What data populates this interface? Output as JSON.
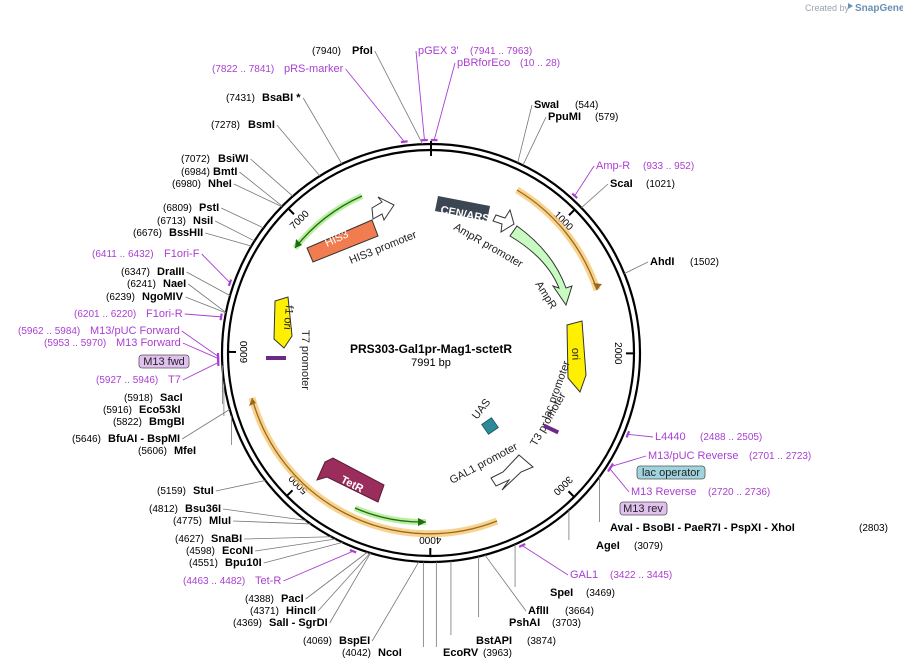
{
  "credit": {
    "prefix": "Created by",
    "brand": "SnapGene"
  },
  "map": {
    "name": "PRS303-Gal1pr-Mag1-sctetR",
    "length": "7991 bp",
    "bp": 7991
  },
  "ticks": [
    {
      "label": "1000",
      "pos": 1000
    },
    {
      "label": "2000",
      "pos": 2000
    },
    {
      "label": "3000",
      "pos": 3000
    },
    {
      "label": "4000",
      "pos": 4000
    },
    {
      "label": "5000",
      "pos": 5000
    },
    {
      "label": "6000",
      "pos": 6000
    },
    {
      "label": "7000",
      "pos": 7000
    }
  ],
  "cut_sites": [
    {
      "name": "PfoI",
      "pos_text": "(7940)",
      "pos": 7940
    },
    {
      "name": "BsaBI *",
      "pos_text": "(7431)",
      "pos": 7431
    },
    {
      "name": "BsmI",
      "pos_text": "(7278)",
      "pos": 7278
    },
    {
      "name": "BsiWI",
      "pos_text": "(7072)",
      "pos": 7072
    },
    {
      "name": "BmtI",
      "pos_text": "(6984)",
      "pos": 6984
    },
    {
      "name": "NheI",
      "pos_text": "(6980)",
      "pos": 6980
    },
    {
      "name": "PstI",
      "pos_text": "(6809)",
      "pos": 6809
    },
    {
      "name": "NsiI",
      "pos_text": "(6713)",
      "pos": 6713
    },
    {
      "name": "BssHII",
      "pos_text": "(6676)",
      "pos": 6676
    },
    {
      "name": "DraIII",
      "pos_text": "(6347)",
      "pos": 6347
    },
    {
      "name": "NaeI",
      "pos_text": "(6241)",
      "pos": 6241
    },
    {
      "name": "NgoMIV",
      "pos_text": "(6239)",
      "pos": 6239
    },
    {
      "name": "SacI",
      "pos_text": "(5918)",
      "pos": 5918
    },
    {
      "name": "Eco53kI",
      "pos_text": "(5916)",
      "pos": 5916
    },
    {
      "name": "BmgBI",
      "pos_text": "(5822)",
      "pos": 5822
    },
    {
      "name": "BfuAI  - BspMI",
      "pos_text": "(5646)",
      "pos": 5646
    },
    {
      "name": "MfeI",
      "pos_text": "(5606)",
      "pos": 5606
    },
    {
      "name": "StuI",
      "pos_text": "(5159)",
      "pos": 5159
    },
    {
      "name": "Bsu36I",
      "pos_text": "(4812)",
      "pos": 4812
    },
    {
      "name": "MluI",
      "pos_text": "(4775)",
      "pos": 4775
    },
    {
      "name": "SnaBI",
      "pos_text": "(4627)",
      "pos": 4627
    },
    {
      "name": "EcoNI",
      "pos_text": "(4598)",
      "pos": 4598
    },
    {
      "name": "Bpu10I",
      "pos_text": "(4551)",
      "pos": 4551
    },
    {
      "name": "PacI",
      "pos_text": "(4388)",
      "pos": 4388
    },
    {
      "name": "HincII",
      "pos_text": "(4371)",
      "pos": 4371
    },
    {
      "name": "SalI  - SgrDI",
      "pos_text": "(4369)",
      "pos": 4369
    },
    {
      "name": "BspEI",
      "pos_text": "(4069)",
      "pos": 4069
    },
    {
      "name": "NcoI",
      "pos_text": "(4042)",
      "pos": 4042
    },
    {
      "name": "EcoRV",
      "pos_text": "(3963)",
      "pos": 3963
    },
    {
      "name": "BstAPI",
      "pos_text": "(3874)",
      "pos": 3874
    },
    {
      "name": "PshAI",
      "pos_text": "(3703)",
      "pos": 3703
    },
    {
      "name": "AflII",
      "pos_text": "(3664)",
      "pos": 3664
    },
    {
      "name": "SpeI",
      "pos_text": "(3469)",
      "pos": 3469
    },
    {
      "name": "AgeI",
      "pos_text": "(3079)",
      "pos": 3079
    },
    {
      "name": "AvaI  - BsoBI  - PaeR7I  - PspXI  - XhoI",
      "pos_text": "(2803)",
      "pos": 2803
    },
    {
      "name": "AhdI",
      "pos_text": "(1502)",
      "pos": 1502
    },
    {
      "name": "ScaI",
      "pos_text": "(1021)",
      "pos": 1021
    },
    {
      "name": "PpuMI",
      "pos_text": "(579)",
      "pos": 579
    },
    {
      "name": "SwaI",
      "pos_text": "(544)",
      "pos": 544
    }
  ],
  "primers": [
    {
      "name": "pGEX 3'",
      "pos_text": "(7941 .. 7963)",
      "pos": 7952
    },
    {
      "name": "pBRforEco",
      "pos_text": "(10 .. 28)",
      "pos": 19
    },
    {
      "name": "pRS-marker",
      "pos_text": "(7822 .. 7841)",
      "pos": 7831
    },
    {
      "name": "Amp-R",
      "pos_text": "(933 .. 952)",
      "pos": 942
    },
    {
      "name": "F1ori-F",
      "pos_text": "(6411 .. 6432)",
      "pos": 6421
    },
    {
      "name": "F1ori-R",
      "pos_text": "(6201 .. 6220)",
      "pos": 6210
    },
    {
      "name": "M13/pUC Forward",
      "pos_text": "(5962 .. 5984)",
      "pos": 5973
    },
    {
      "name": "M13 Forward",
      "pos_text": "(5953 .. 5970)",
      "pos": 5961
    },
    {
      "name": "T7",
      "pos_text": "(5927 .. 5946)",
      "pos": 5936
    },
    {
      "name": "L4440",
      "pos_text": "(2488 .. 2505)",
      "pos": 2496
    },
    {
      "name": "M13/pUC Reverse",
      "pos_text": "(2701 .. 2723)",
      "pos": 2712
    },
    {
      "name": "M13 Reverse",
      "pos_text": "(2720 .. 2736)",
      "pos": 2728
    },
    {
      "name": "GAL1",
      "pos_text": "(3422 .. 3445)",
      "pos": 3433
    },
    {
      "name": "Tet-R",
      "pos_text": "(4463 .. 4482)",
      "pos": 4472
    }
  ],
  "boxes": {
    "m13_fwd": "M13 fwd",
    "lac_operator": "lac operator",
    "m13_rev": "M13 rev"
  },
  "features": {
    "cen_ars": "CEN/ARS",
    "ampr_promoter": "AmpR promoter",
    "ampr": "AmpR",
    "ori": "ori",
    "lac_promoter": "lac promoter",
    "t3_promoter": "T3 promoter",
    "uas": "UAS",
    "gal1_promoter": "GAL1 promoter",
    "tetr": "TetR",
    "his3": "HIS3",
    "his3_promoter": "HIS3 promoter",
    "f1_ori": "f1 ori",
    "t7_promoter": "T7 promoter"
  },
  "colors": {
    "primer": "#a93fd1",
    "his3": "#f07c50",
    "ampr": "#c8fbc2",
    "ori": "#ffef00",
    "tetr": "#9b2d5c",
    "uas": "#2b8a9a",
    "cen_ars": "#3c4652",
    "box_purple": "#e0c0ee",
    "box_teal": "#9fd3de"
  }
}
